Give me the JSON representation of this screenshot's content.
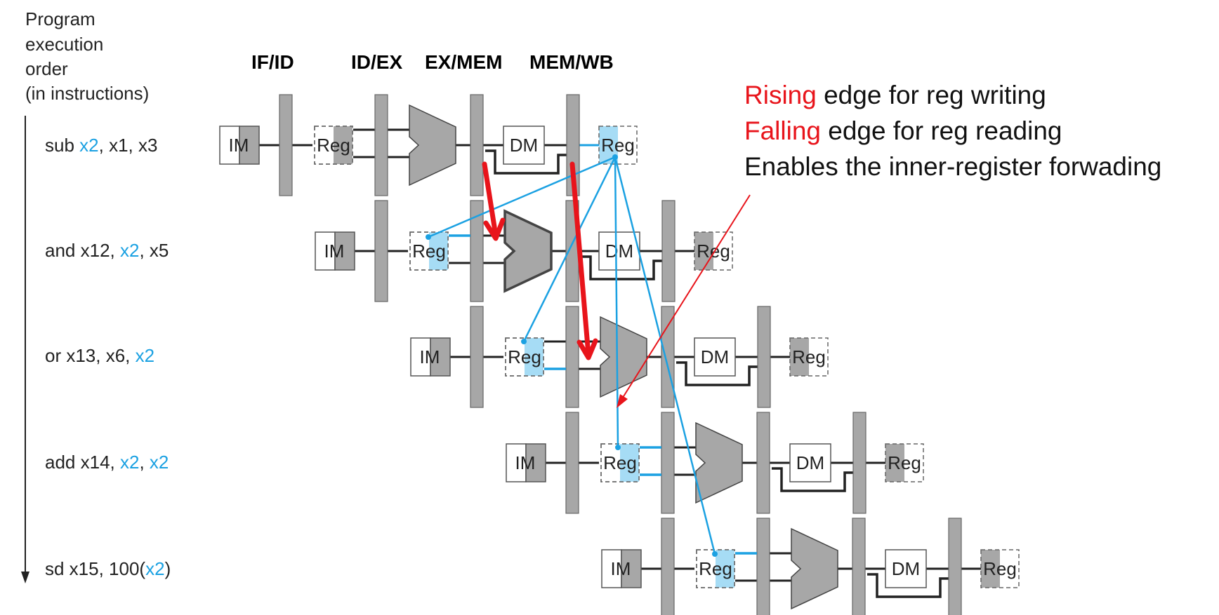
{
  "axis_label": {
    "line1": "Program",
    "line2": "execution",
    "line3": "order",
    "line4": "(in instructions)"
  },
  "stage_headers": [
    "IF/ID",
    "ID/EX",
    "EX/MEM",
    "MEM/WB"
  ],
  "unit_labels": {
    "im": "IM",
    "reg": "Reg",
    "dm": "DM"
  },
  "instructions": [
    {
      "parts": [
        {
          "text": "sub ",
          "hl": false
        },
        {
          "text": "x2",
          "hl": true
        },
        {
          "text": ", x1, x3",
          "hl": false
        }
      ]
    },
    {
      "parts": [
        {
          "text": "and x12, ",
          "hl": false
        },
        {
          "text": "x2",
          "hl": true
        },
        {
          "text": ", x5",
          "hl": false
        }
      ]
    },
    {
      "parts": [
        {
          "text": "or x13, x6, ",
          "hl": false
        },
        {
          "text": "x2",
          "hl": true
        }
      ]
    },
    {
      "parts": [
        {
          "text": "add x14, ",
          "hl": false
        },
        {
          "text": "x2",
          "hl": true
        },
        {
          "text": ", ",
          "hl": false
        },
        {
          "text": "x2",
          "hl": true
        }
      ]
    },
    {
      "parts": [
        {
          "text": "sd x15, 100(",
          "hl": false
        },
        {
          "text": "x2",
          "hl": true
        },
        {
          "text": ")",
          "hl": false
        }
      ]
    }
  ],
  "annotation": {
    "line1_red": "Rising",
    "line1_rest": " edge for reg writing",
    "line2_red": "Falling",
    "line2_rest": " edge for reg reading",
    "line3": "Enables the inner-register forwading"
  },
  "colors": {
    "highlight": "#1ba1e2",
    "reg_fill": "#a6dcf5",
    "arrow": "#e8141b",
    "unit_gray": "#a7a7a7",
    "text": "#222222"
  }
}
